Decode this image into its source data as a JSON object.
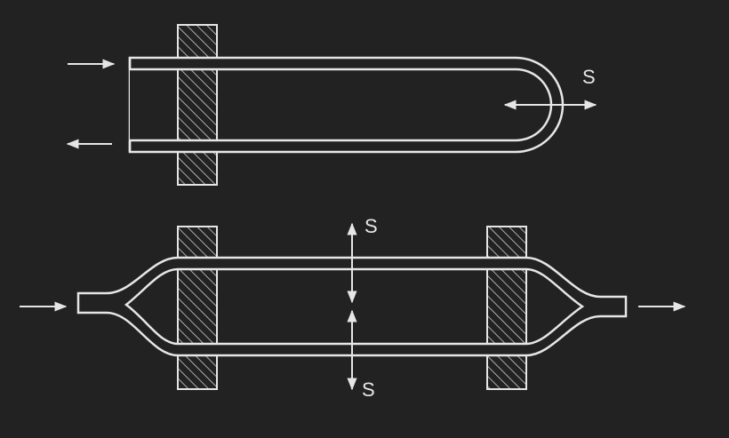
{
  "colors": {
    "background": "#222222",
    "line": "#e6e6e6",
    "hatch": "#e6e6e6"
  },
  "labels": {
    "u_tube_s": "S",
    "straight_tube_s_top": "S",
    "straight_tube_s_bottom": "S"
  }
}
